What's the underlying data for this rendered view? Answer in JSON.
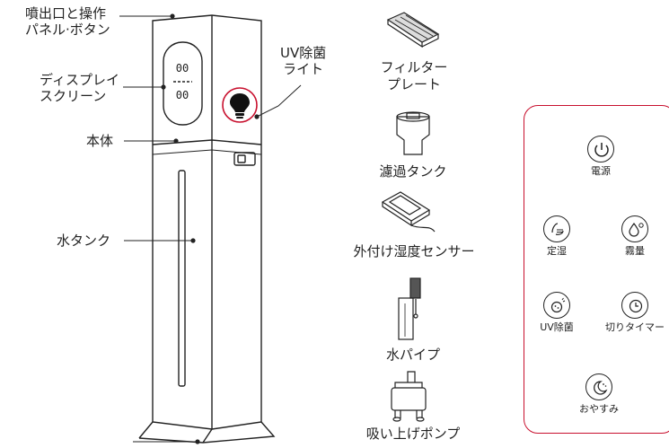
{
  "labels": {
    "outlet_panel": [
      "噴出口と操作",
      "パネル·ボタン"
    ],
    "display_screen": [
      "ディスプレイ",
      "スクリーン"
    ],
    "body": "本体",
    "water_tank": "水タンク",
    "uv_light": [
      "UV除菌",
      "ライト"
    ]
  },
  "display_digits": {
    "top": "00",
    "bottom": "00"
  },
  "parts": [
    {
      "name": "filter-plate",
      "label": [
        "フィルター",
        "プレート"
      ]
    },
    {
      "name": "filter-tank",
      "label": [
        "濾過タンク"
      ]
    },
    {
      "name": "humidity-sensor",
      "label": [
        "外付け湿度センサー"
      ]
    },
    {
      "name": "water-pipe",
      "label": [
        "水パイプ"
      ]
    },
    {
      "name": "suction-pump",
      "label": [
        "吸い上げポンプ"
      ]
    }
  ],
  "control_panel": {
    "buttons": [
      {
        "key": "power",
        "label": "電源",
        "icon": "power-icon"
      },
      {
        "key": "humidity",
        "label": "定湿",
        "icon": "humidity-icon"
      },
      {
        "key": "mist",
        "label": "霧量",
        "icon": "mist-icon"
      },
      {
        "key": "uv",
        "label": "UV除菌",
        "icon": "uv-icon"
      },
      {
        "key": "timer",
        "label": "切りタイマー",
        "icon": "timer-icon"
      },
      {
        "key": "sleep",
        "label": "おやすみ",
        "icon": "sleep-icon"
      }
    ]
  },
  "colors": {
    "accent": "#c8102e",
    "line": "#222222"
  }
}
